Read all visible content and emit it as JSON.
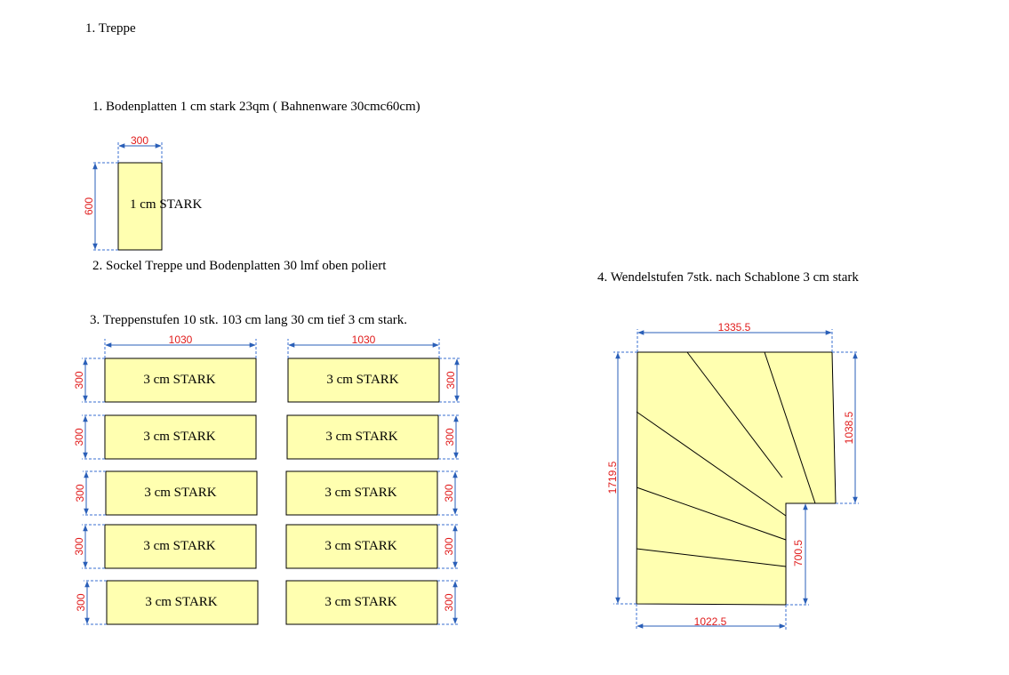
{
  "headings": {
    "h1": "1. Treppe",
    "h2": "1. Bodenplatten 1 cm stark 23qm ( Bahnenware 30cmc60cm)",
    "h3": "2. Sockel Treppe und Bodenplatten 30 lmf oben poliert",
    "h4": "3. Treppenstufen 10 stk. 103 cm lang 30 cm tief 3 cm stark.",
    "h5": "4. Wendelstufen 7stk. nach Schablone 3 cm stark"
  },
  "floor_tile": {
    "label": "1 cm STARK",
    "width_dim": "300",
    "height_dim": "600"
  },
  "steps": {
    "label": "3 cm STARK",
    "length_dim": "1030",
    "depth_dim": "300",
    "count": 10
  },
  "winder": {
    "top_dim": "1335.5",
    "left_dim": "1719.5",
    "right_upper_dim": "1038.5",
    "right_lower_dim": "700.5",
    "bottom_dim": "1022.5"
  },
  "colors": {
    "part_fill": "#ffffb0",
    "dimension_text": "#e01c1c",
    "dimension_line": "#2a5fb8"
  }
}
